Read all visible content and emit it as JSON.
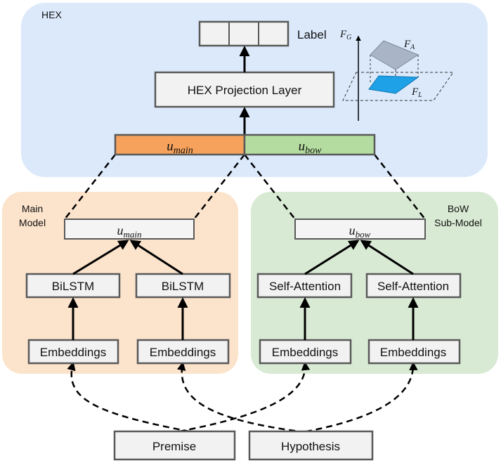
{
  "regions": {
    "hex": "HEX",
    "main": [
      "Main",
      "Model"
    ],
    "bow": [
      "BoW",
      "Sub-Model"
    ]
  },
  "top": {
    "label": "Label",
    "projection": "HEX Projection Layer",
    "u_main": {
      "base": "u",
      "sub": "main"
    },
    "u_bow": {
      "base": "u",
      "sub": "bow"
    }
  },
  "inset": {
    "fg": {
      "base": "F",
      "sub": "G"
    },
    "fa": {
      "base": "F",
      "sub": "A"
    },
    "fl": {
      "base": "F",
      "sub": "L"
    }
  },
  "main_model": {
    "u": {
      "base": "u",
      "sub": "main"
    },
    "encoders": [
      "BiLSTM",
      "BiLSTM"
    ],
    "embeddings": [
      "Embeddings",
      "Embeddings"
    ]
  },
  "bow_model": {
    "u": {
      "base": "u",
      "sub": "bow"
    },
    "encoders": [
      "Self-Attention",
      "Self-Attention"
    ],
    "embeddings": [
      "Embeddings",
      "Embeddings"
    ]
  },
  "inputs": {
    "premise": "Premise",
    "hypothesis": "Hypothesis"
  },
  "colors": {
    "hex_region": "#dbe9fb",
    "main_region": "#fbe3cc",
    "bow_region": "#d9ead4",
    "u_main_fill": "#f6a25c",
    "u_bow_fill": "#b5dca0",
    "plane_blue": "#1ea1e6",
    "plane_gray": "#a9b4c7"
  }
}
